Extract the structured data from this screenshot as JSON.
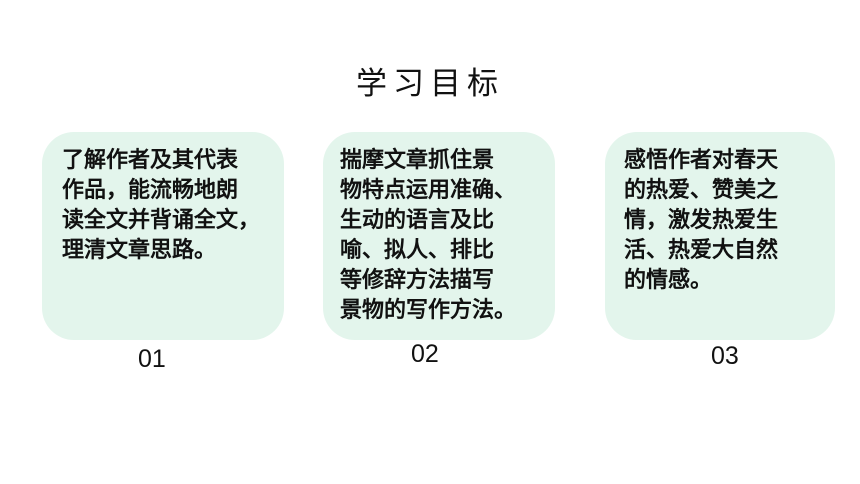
{
  "title": "学习目标",
  "goals": [
    {
      "number": "01",
      "text": "了解作者及其代表\n作品，能流畅地朗\n读全文并背诵全文，\n理清文章思路。"
    },
    {
      "number": "02",
      "text": "揣摩文章抓住景\n物特点运用准确、\n生动的语言及比\n喻、拟人、排比\n等修辞方法描写\n景物的写作方法。"
    },
    {
      "number": "03",
      "text": "感悟作者对春天\n的热爱、赞美之\n情，激发热爱生\n活、热爱大自然\n的情感。"
    }
  ],
  "colors": {
    "card_background": "#e3f5ec",
    "text": "#111111"
  }
}
